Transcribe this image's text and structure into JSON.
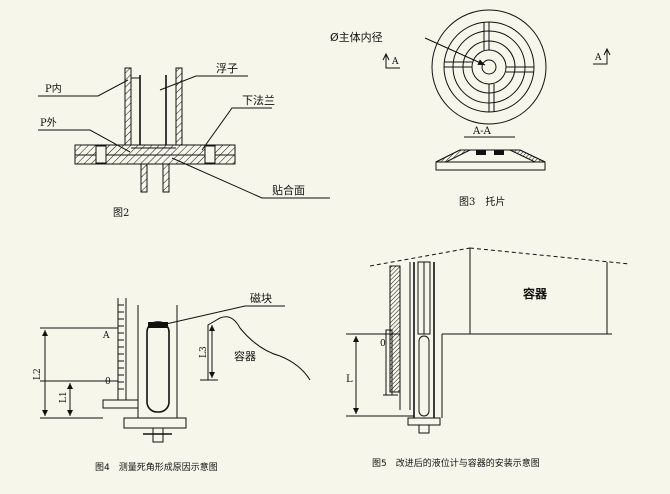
{
  "fig2": {
    "label_p_in": "P内",
    "label_p_out": "P外",
    "label_float": "浮子",
    "label_lower_flange": "下法兰",
    "label_contact_surface": "贴合面",
    "caption": "图2"
  },
  "fig3": {
    "label_inner_diameter": "Ø主体内径",
    "label_a_left": "A",
    "label_a_right": "A",
    "label_section": "A-A",
    "caption": "图3　托片"
  },
  "fig4": {
    "label_magnet": "磁块",
    "label_container": "容器",
    "label_a": "A",
    "label_zero": "0",
    "label_l1": "L1",
    "label_l2": "L2",
    "label_l3": "L3",
    "caption": "图4　测量死角形成原因示意图"
  },
  "fig5": {
    "label_container": "容器",
    "label_zero": "0",
    "label_l": "L",
    "caption": "图5　改进后的液位计与容器的安装示意图"
  }
}
